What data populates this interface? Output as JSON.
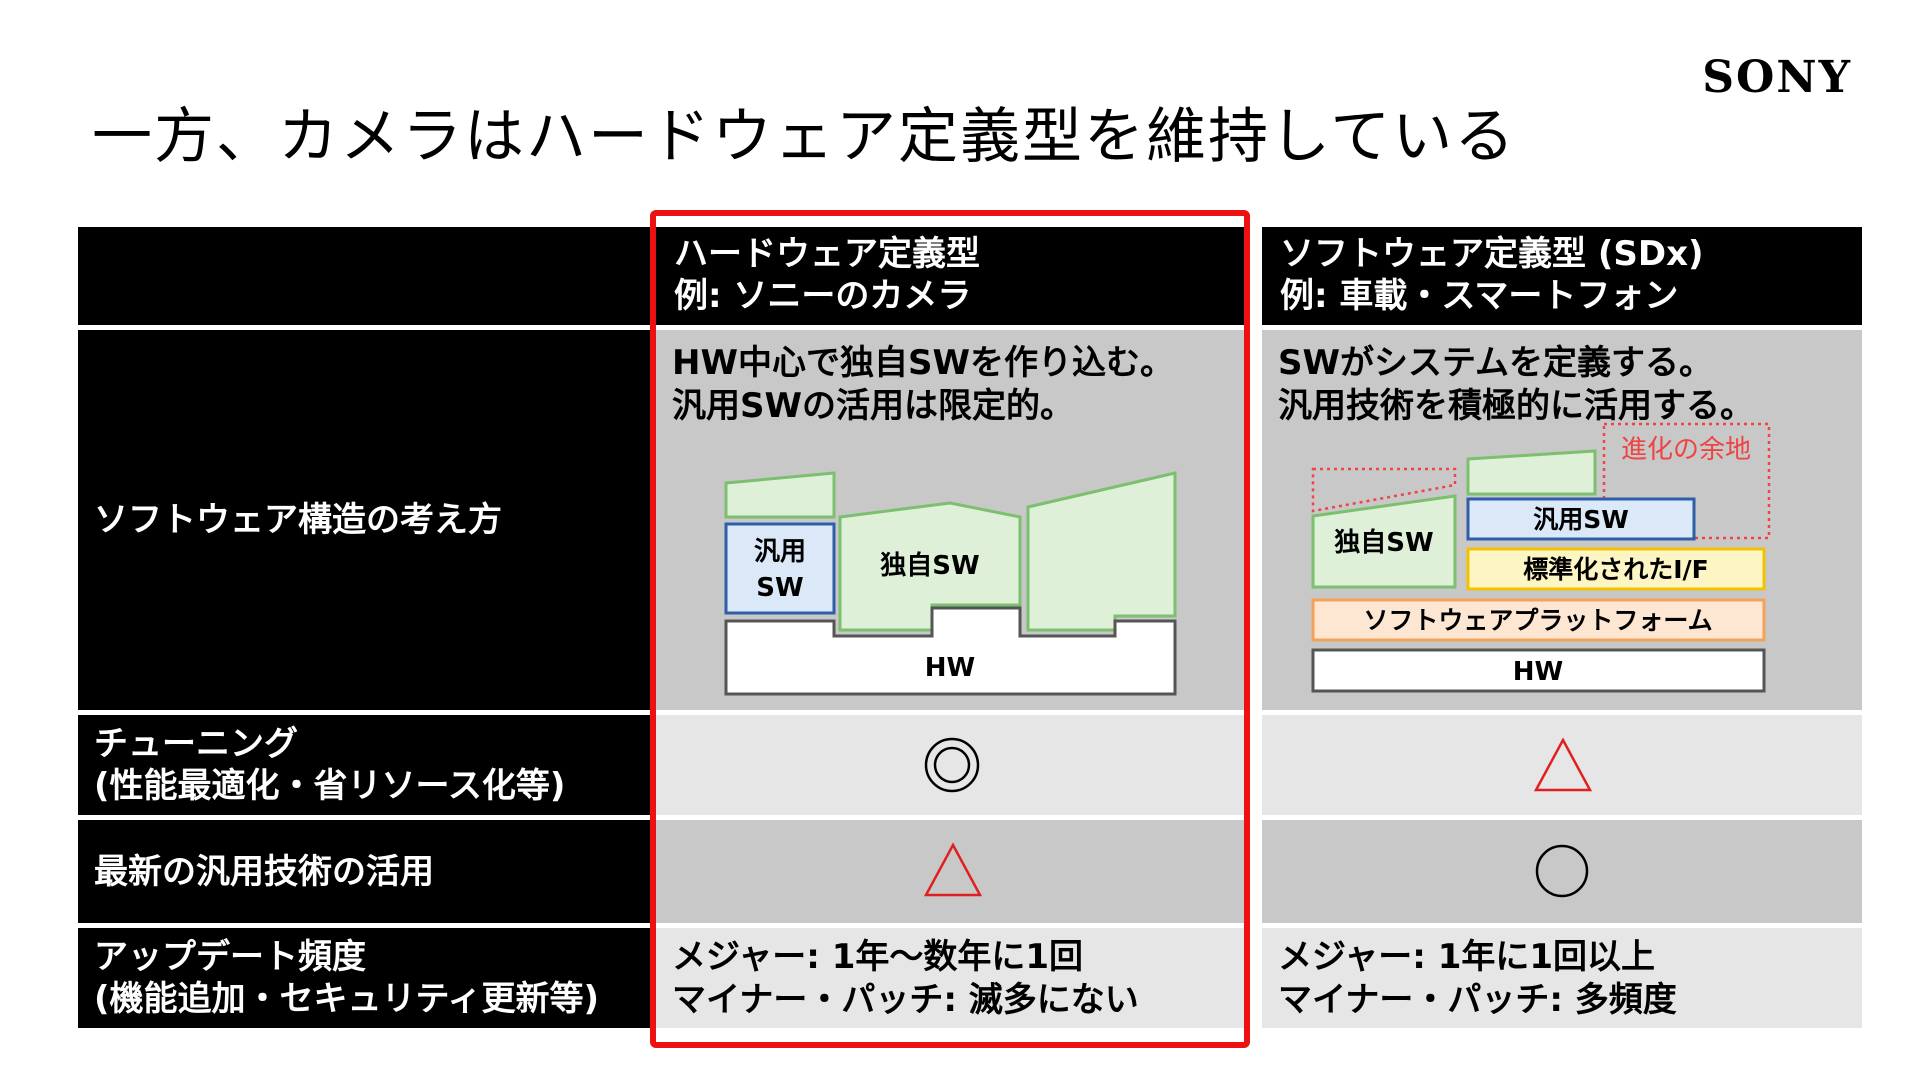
{
  "brand": {
    "logo": "SONY"
  },
  "title": "一方、カメラはハードウェア定義型を維持している",
  "columns": {
    "hw": {
      "line1": "ハードウェア定義型",
      "line2": "例: ソニーのカメラ"
    },
    "sw": {
      "line1": "ソフトウェア定義型 (SDx)",
      "line2": "例: 車載・スマートフォン"
    }
  },
  "rows": {
    "structure": {
      "label": "ソフトウェア構造の考え方",
      "hw_line1": "HW中心で独自SWを作り込む。",
      "hw_line2": "汎用SWの活用は限定的。",
      "sw_line1": "SWがシステムを定義する。",
      "sw_line2": "汎用技術を積極的に活用する。"
    },
    "tuning": {
      "label_line1": "チューニング",
      "label_line2": "(性能最適化・省リソース化等)",
      "hw_mark": "double-circle",
      "sw_mark": "triangle"
    },
    "latest": {
      "label": "最新の汎用技術の活用",
      "hw_mark": "triangle",
      "sw_mark": "circle"
    },
    "update": {
      "label_line1": "アップデート頻度",
      "label_line2": "(機能追加・セキュリティ更新等)",
      "hw_line1": "メジャー: 1年〜数年に1回",
      "hw_line2": "マイナー・パッチ: 滅多にない",
      "sw_line1": "メジャー: 1年に1回以上",
      "sw_line2": "マイナー・パッチ: 多頻度"
    }
  },
  "diagram_hw": {
    "generic_sw_line1": "汎用",
    "generic_sw_line2": "SW",
    "proprietary_sw": "独自SW",
    "hw": "HW"
  },
  "diagram_sw": {
    "evolution_room": "進化の余地",
    "generic_sw": "汎用SW",
    "proprietary_sw": "独自SW",
    "standard_if": "標準化されたI/F",
    "platform": "ソフトウェアプラットフォーム",
    "hw": "HW"
  },
  "colors": {
    "accent_red": "#ee1111",
    "mark_red": "#e02020",
    "green_fill": "#dff0d8",
    "green_stroke": "#7cbf6e",
    "blue_fill": "#dbe8f7",
    "blue_stroke": "#2f5ea8",
    "yellow_fill": "#fdf5c4",
    "yellow_stroke": "#f2c200",
    "orange_fill": "#fde6d2",
    "orange_stroke": "#f2a25a"
  }
}
